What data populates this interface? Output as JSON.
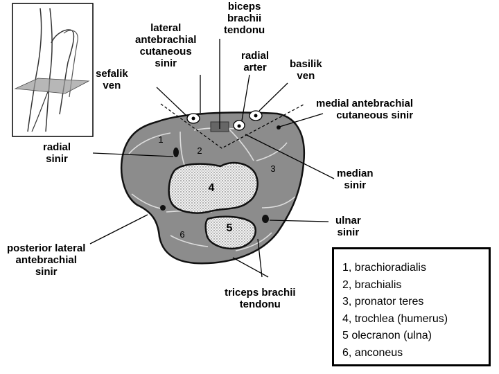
{
  "labels": {
    "biceps": [
      "biceps",
      "brachii",
      "tendonu"
    ],
    "lateral": [
      "lateral",
      "antebrachial",
      "cutaneous",
      "sinir"
    ],
    "radial_arter": [
      "radial",
      "arter"
    ],
    "basilik": [
      "basilik",
      "ven"
    ],
    "sefalik": [
      "sefalik",
      "ven"
    ],
    "medial": [
      "medial antebrachial",
      "cutaneous sinir"
    ],
    "radial_sinir": [
      "radial",
      "sinir"
    ],
    "median": [
      "median",
      "sinir"
    ],
    "ulnar": [
      "ulnar",
      "sinir"
    ],
    "posterior": [
      "posterior lateral",
      "antebrachial",
      "sinir"
    ],
    "triceps": [
      "triceps brachii",
      "tendonu"
    ]
  },
  "region_numbers": [
    "1",
    "2",
    "3",
    "4",
    "5",
    "6"
  ],
  "legend": [
    "1, brachioradialis",
    "2, brachialis",
    "3, pronator teres",
    "4, trochlea (humerus)",
    "5 olecranon (ulna)",
    "6, anconeus"
  ],
  "colors": {
    "muscle": "#8c8c8c",
    "muscle_light": "#a6a6a6",
    "outline": "#1a1a1a",
    "bone_fill": "#eeeeee"
  }
}
